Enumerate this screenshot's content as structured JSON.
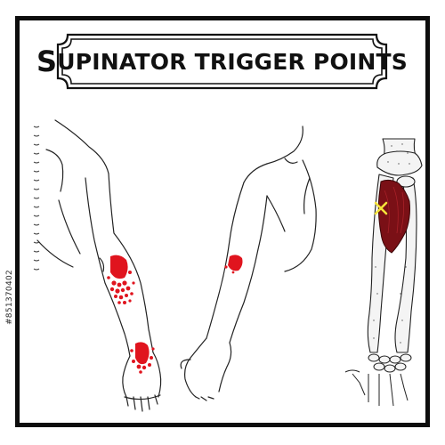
{
  "title": "Supinator trigger points",
  "stock_id": "#851370402",
  "colors": {
    "frame": "#0d0d0d",
    "pain_red": "#e0141e",
    "muscle_fill": "#7a1016",
    "trigger_mark": "#f5e33a",
    "line": "#222222"
  },
  "figures": [
    {
      "name": "anterior-arm-pain-pattern"
    },
    {
      "name": "posterior-arm-pain-pattern"
    },
    {
      "name": "forearm-bones-with-supinator"
    }
  ]
}
